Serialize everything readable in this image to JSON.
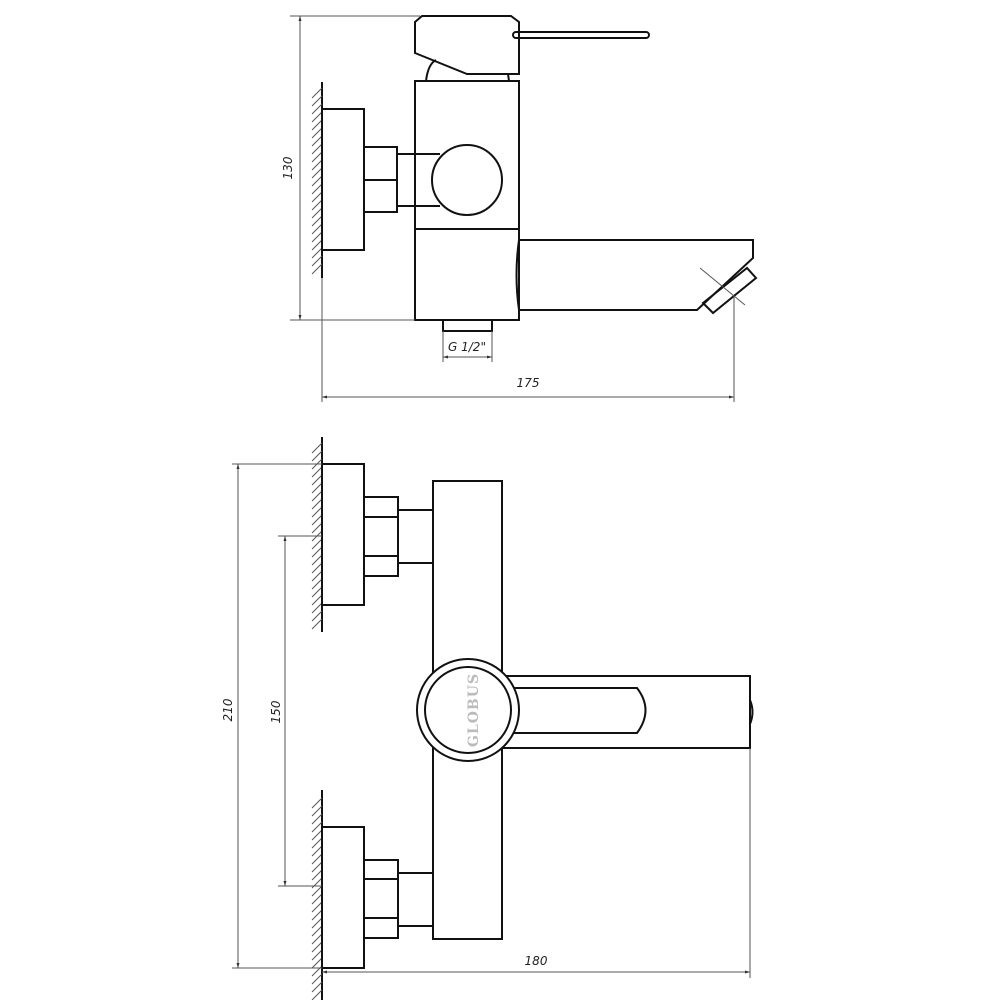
{
  "side_view": {
    "height_dim": "130",
    "length_dim": "175",
    "thread_dim": "G 1/2\""
  },
  "front_view": {
    "height_dim": "210",
    "center_distance_dim": "150",
    "length_dim": "180",
    "logo_text": "GLOBUS"
  }
}
